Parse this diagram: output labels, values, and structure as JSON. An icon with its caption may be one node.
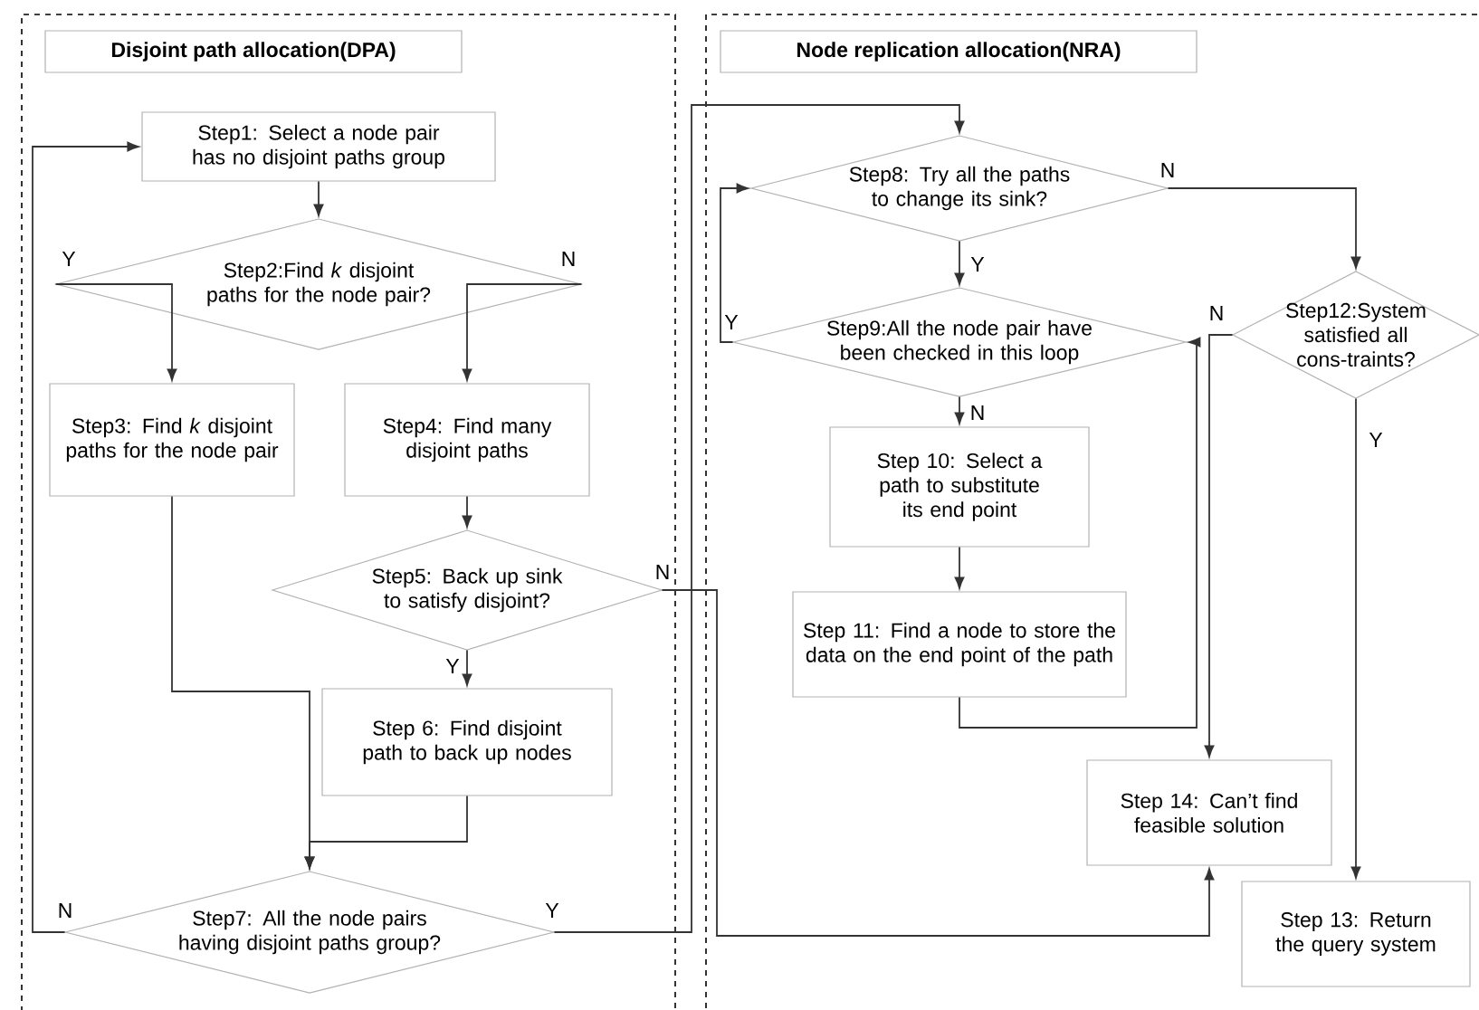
{
  "diagram": {
    "nodes": [
      {
        "text": [
          "Disjoint path allocation(DPA)"
        ]
      },
      {
        "text": [
          "Step1:  Select a node pair has no disjoint paths group"
        ],
        "in": 0
      },
      {
        "text": [
          "Step2:Find *k* disjoint paths for the node pair?"
        ],
        "in": 0
      },
      {
        "text": [
          "Step3:  Find *k* disjoint paths for the node pair"
        ],
        "in": 0
      },
      {
        "text": [
          "Step4:  Find many disjoint paths"
        ],
        "in": 0
      },
      {
        "text": [
          "Step5: Back up sink to satisfy disjoint?"
        ],
        "in": 0
      },
      {
        "text": [
          "Step 6:  Find disjoint path to back up nodes"
        ],
        "in": 0
      },
      {
        "text": [
          "Step7: All the node pairs having disjoint paths group?"
        ],
        "in": 0
      },
      {
        "text": [
          "Node replication allocation(NRA)"
        ]
      },
      {
        "text": [
          "Step8: Try all the paths to change its sink?"
        ],
        "in": 8
      },
      {
        "text": [
          "Step9:All the node pair have been checked in this loop"
        ],
        "in": 8
      },
      {
        "text": [
          "Step 10: Select a path to substitute its end point"
        ],
        "in": 8
      },
      {
        "text": [
          "Step 11: Find a node to store the data on the end point of the path"
        ],
        "in": 8
      },
      {
        "text": [
          "Step12:System satisfied all cons-traints?"
        ],
        "in": 8
      },
      {
        "text": [
          "Step 14: Can’t find feasible solution"
        ],
        "in": 8
      },
      {
        "text": [
          "Step 13: Return the query system"
        ],
        "in": 8
      }
    ],
    "edges": [
      {
        "from": 1,
        "to": 2,
        "arrow": "to"
      },
      {
        "from": 2,
        "to": 3,
        "arrow": "to",
        "label": "Y"
      },
      {
        "from": 2,
        "to": 4,
        "arrow": "to",
        "label": "N"
      },
      {
        "from": 4,
        "to": 5,
        "arrow": "to"
      },
      {
        "from": 5,
        "to": 6,
        "arrow": "to",
        "label": "Y"
      },
      {
        "from": 3,
        "to": 7,
        "arrow": "to"
      },
      {
        "from": 6,
        "to": 7,
        "arrow": "to"
      },
      {
        "from": 7,
        "to": 1,
        "arrow": "to",
        "label": "N"
      },
      {
        "from": 7,
        "to": 9,
        "arrow": "to",
        "label": "Y"
      },
      {
        "from": 5,
        "to": 14,
        "arrow": "to",
        "label": "N"
      },
      {
        "from": 9,
        "to": 10,
        "arrow": "to",
        "label": "Y"
      },
      {
        "from": 10,
        "to": 9,
        "arrow": "to",
        "label": "Y"
      },
      {
        "from": 10,
        "to": 11,
        "arrow": "to",
        "label": "N"
      },
      {
        "from": 11,
        "to": 12,
        "arrow": "to"
      },
      {
        "from": 12,
        "to": 10,
        "arrow": "to"
      },
      {
        "from": 9,
        "to": 13,
        "arrow": "to",
        "label": "N"
      },
      {
        "from": 13,
        "to": 14,
        "arrow": "to",
        "label": "N"
      },
      {
        "from": 13,
        "to": 15,
        "arrow": "to",
        "label": "Y"
      }
    ]
  }
}
